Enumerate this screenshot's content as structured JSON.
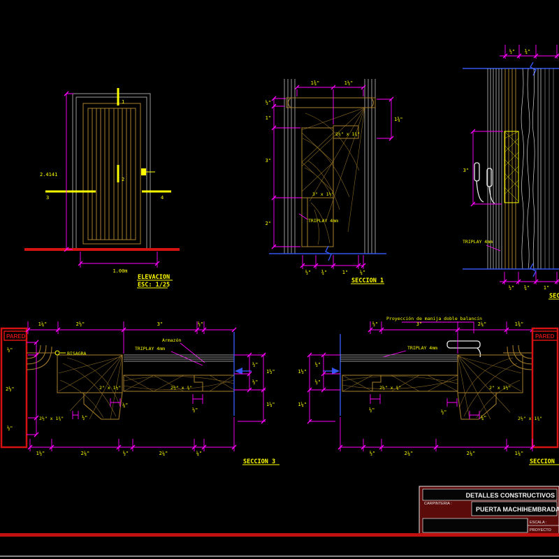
{
  "colors": {
    "magenta": "#ff00ff",
    "yellow": "#ffff00",
    "tan": "#a9812c",
    "red": "#d51212",
    "blue": "#3355ee",
    "gray": "#c4c4c4",
    "white": "#f0f0f0",
    "maroon": "#5c0b0b"
  },
  "elevation": {
    "title": "ELEVACION",
    "scale": "ESC: 1/25",
    "height_dim": "2.4141",
    "width_dim": "1.00m",
    "markers": {
      "top": "1",
      "mid": "2",
      "left": "3",
      "right": "4"
    }
  },
  "seccion1": {
    "title": "SECCION 1",
    "dims_top": [
      "1¾\"",
      "1½\""
    ],
    "dims_left": [
      "½\"",
      "1\"",
      "3\"",
      "2\""
    ],
    "dim_right": "1¾\"",
    "dims_bottom": [
      "½\"",
      "¾\"",
      "1\"",
      "¼\""
    ],
    "label_step": "2½\" x 1¾\"",
    "label_core": "3\" x 1½\"",
    "label_triplay": "TRIPLAY 4mm"
  },
  "seccion2": {
    "title": "SECCION",
    "dims_top": [
      "½\"",
      "¾\""
    ],
    "dim_left": "3\"",
    "label_triplay": "TRIPLAY 4mm",
    "dims_bottom": [
      "½\"",
      "¾\"",
      "1\""
    ]
  },
  "seccion3": {
    "title": "SECCION 3",
    "wall_label": "PARED",
    "label_bisagra": "BISAGRA",
    "label_triplay": "TRIPLAY 4mm",
    "label_armazon": "Armazón",
    "label_frame": "2\" x 1½\"",
    "label_frame2": "2½\" x 1¾\"",
    "label_core": "2½\" x ¾\"",
    "dims_top": [
      "1¼\"",
      "2½\"",
      "3\"",
      "½\""
    ],
    "dims_left": [
      "½\"",
      "2½\"",
      "½\""
    ],
    "dims_right_inner": [
      "½\"",
      "½\""
    ],
    "dims_right_outer": [
      "1½\"",
      "1¼\""
    ],
    "dims_bottom": [
      "1½\"",
      "2¼\"",
      "½\"",
      "2¼\"",
      "¼\""
    ],
    "dims_small": [
      "½\"",
      "¼\"",
      "½\""
    ]
  },
  "seccion4": {
    "title": "SECCION",
    "wall_label": "PARED",
    "label_proy": "Proyección de manija doble balancín",
    "label_triplay": "TRIPLAY 4mm",
    "label_core": "2½\" x ¾\"",
    "label_frame": "2\" x 1½\"",
    "label_frame2": "2½\" x 1¾\"",
    "dims_top": [
      "½\"",
      "3\"",
      "2¼\"",
      "1¾\""
    ],
    "dims_left_inner": [
      "½\"",
      "½\""
    ],
    "dims_left_outer": [
      "1½\"",
      "1¼\""
    ],
    "dims_bottom": [
      "½\"",
      "2¼\"",
      "2¼\"",
      "1¼\""
    ],
    "dims_small": [
      "½\"",
      "½\"",
      "¼\""
    ]
  },
  "titleblock": {
    "row1": "DETALLES CONSTRUCTIVOS",
    "row2_label": "CARPINTERIA :",
    "row2": "PUERTA MACHIHEMBRADA",
    "escala": "ESCALA :",
    "proyecto": "PROYECTO"
  }
}
